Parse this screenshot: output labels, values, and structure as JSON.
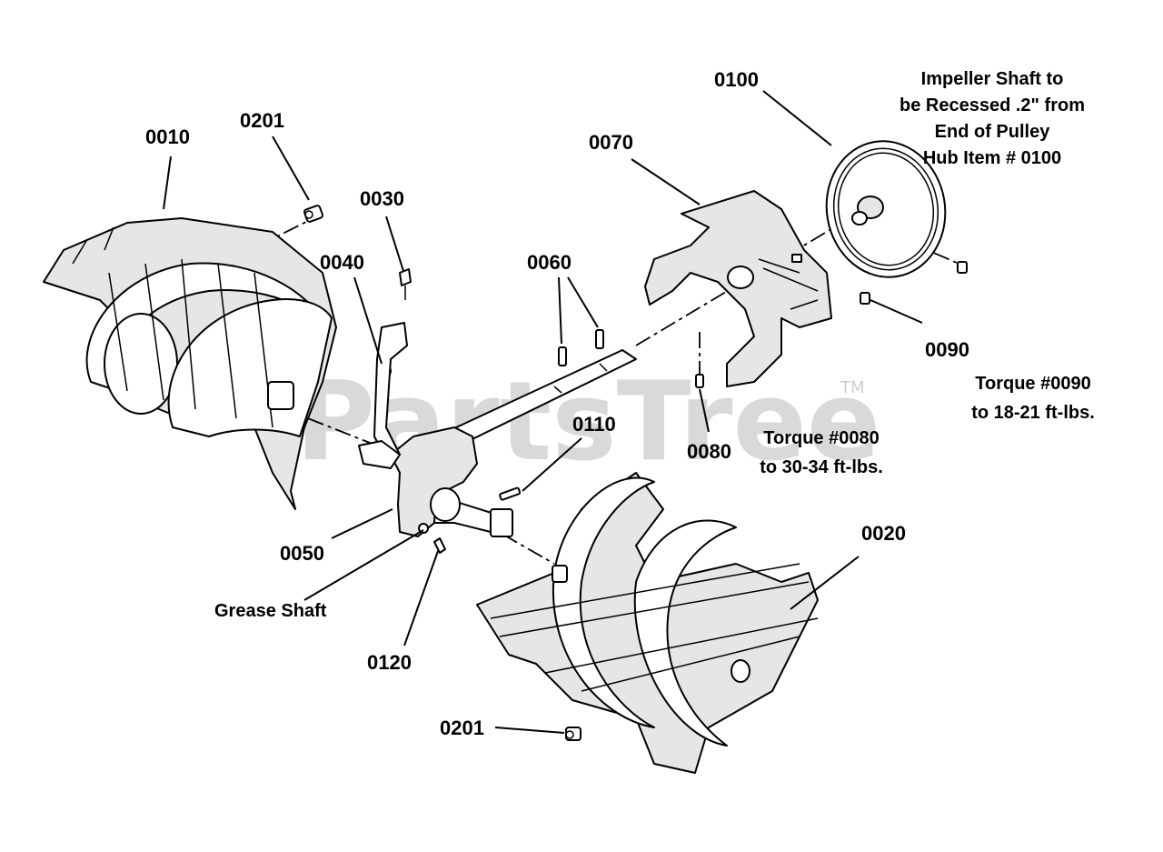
{
  "watermark": {
    "text": "PartsTree",
    "tm": "TM"
  },
  "callouts": {
    "c0010": "0010",
    "c0201_top": "0201",
    "c0030": "0030",
    "c0040": "0040",
    "c0060": "0060",
    "c0070": "0070",
    "c0100": "0100",
    "c0090": "0090",
    "c0080": "0080",
    "c0110": "0110",
    "c0050": "0050",
    "c0120": "0120",
    "c0020": "0020",
    "c0201_bottom": "0201"
  },
  "labels": {
    "grease_shaft": "Grease Shaft"
  },
  "notes": {
    "impeller": [
      "Impeller Shaft to",
      "be Recessed .2\" from",
      "End of Pulley",
      "Hub Item # 0100"
    ],
    "torque_0090": [
      "Torque #0090",
      "to 18-21 ft-lbs."
    ],
    "torque_0080": [
      "Torque #0080",
      "to 30-34 ft-lbs."
    ]
  }
}
